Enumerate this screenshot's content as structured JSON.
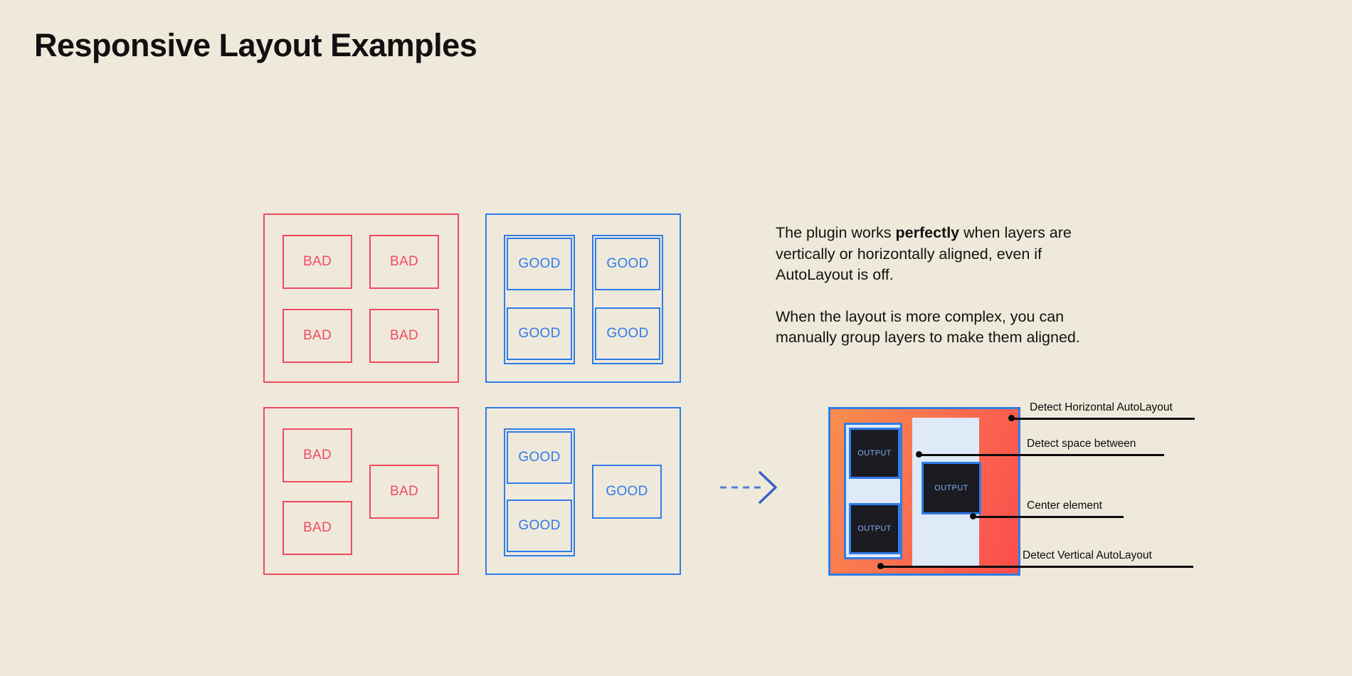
{
  "page": {
    "title": "Responsive Layout Examples",
    "background_color": "#efe9dc"
  },
  "colors": {
    "bad": "#ef4b5f",
    "good": "#2f7ce8",
    "text": "#14120f",
    "diagram_border": "#2f7ce8",
    "diagram_fill_start": "#f98e4e",
    "diagram_fill_end": "#fb4d4d",
    "diagram_column": "#dfeaf9",
    "output_box": "#1b1b21",
    "output_text": "#7fb2f2",
    "annotation": "#0b0b0b"
  },
  "examples": {
    "bad_grid": {
      "kind": "bad",
      "items": [
        {
          "label": "BAD"
        },
        {
          "label": "BAD"
        },
        {
          "label": "BAD"
        },
        {
          "label": "BAD"
        }
      ]
    },
    "good_grid": {
      "kind": "good",
      "items": [
        {
          "label": "GOOD"
        },
        {
          "label": "GOOD"
        },
        {
          "label": "GOOD"
        },
        {
          "label": "GOOD"
        }
      ]
    },
    "bad_complex": {
      "kind": "bad",
      "items": [
        {
          "label": "BAD"
        },
        {
          "label": "BAD"
        },
        {
          "label": "BAD"
        }
      ]
    },
    "good_complex": {
      "kind": "good",
      "items": [
        {
          "label": "GOOD"
        },
        {
          "label": "GOOD"
        },
        {
          "label": "GOOD"
        }
      ]
    }
  },
  "arrow": {
    "icon": "dashed-arrow-right-icon",
    "color": "#2f7ce8"
  },
  "copy": {
    "paragraph1_pre": "The plugin works ",
    "paragraph1_bold": "perfectly",
    "paragraph1_post": " when layers are vertically or horizontally aligned, even if AutoLayout is off.",
    "paragraph2": "When the layout is more complex, you can manually group layers to make them aligned."
  },
  "diagram": {
    "output_boxes": [
      {
        "label": "OUTPUT"
      },
      {
        "label": "OUTPUT"
      },
      {
        "label": "OUTPUT"
      }
    ],
    "annotations": [
      {
        "label": "Detect Horizontal AutoLayout"
      },
      {
        "label": "Detect space between"
      },
      {
        "label": "Center element"
      },
      {
        "label": "Detect Vertical AutoLayout"
      }
    ]
  }
}
